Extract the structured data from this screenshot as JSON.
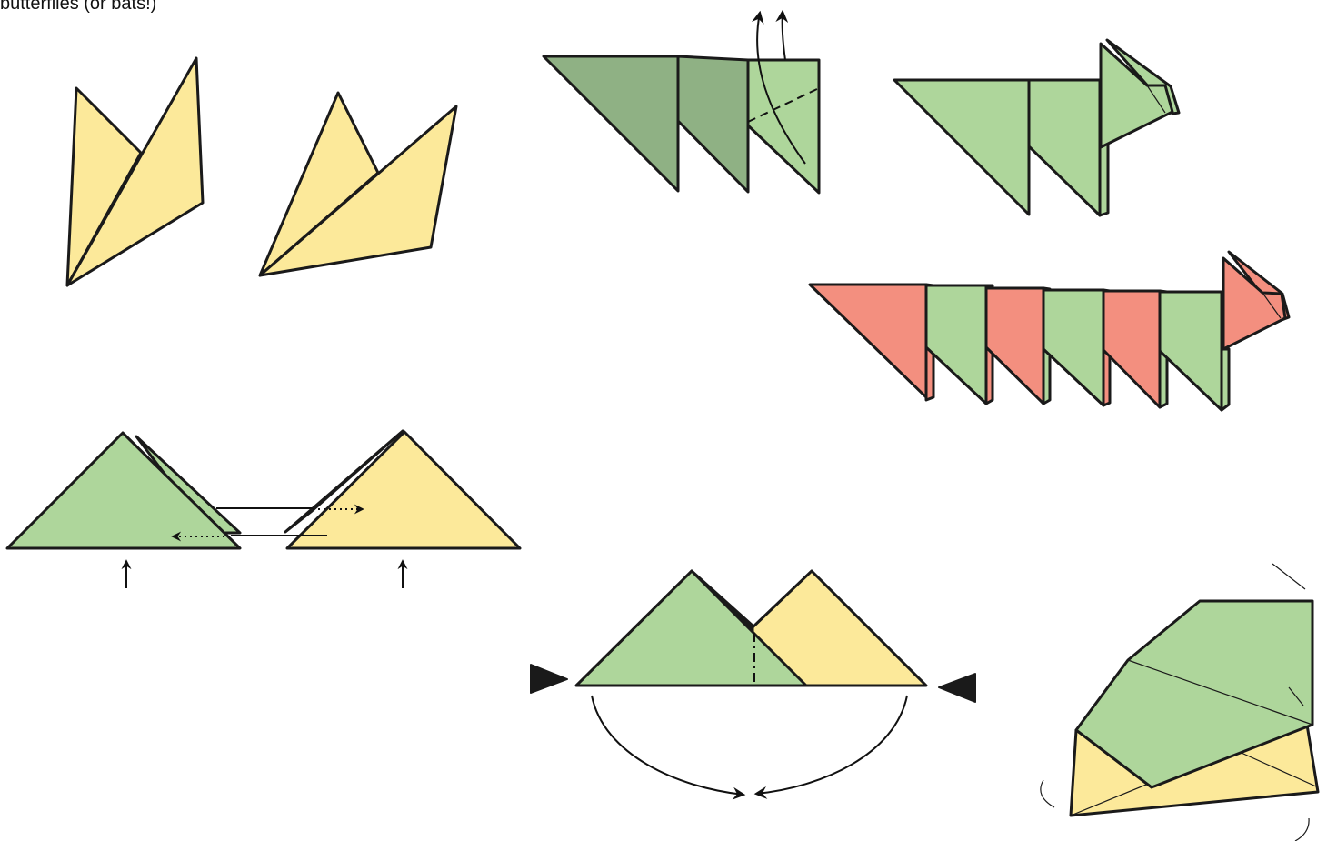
{
  "caption": "butterflies (or bats!)",
  "colors": {
    "yellow": "#fce99a",
    "light_green": "#aed69b",
    "dark_green": "#8fb184",
    "salmon": "#f38f7f",
    "outline": "#1a1a1a",
    "background": "#ffffff"
  },
  "figures": [
    "yellow-butterfly-left",
    "yellow-butterfly-right",
    "green-dog-folding-step",
    "green-dog-finished",
    "green-and-salmon-long-dog",
    "green-yellow-triangles-slide-together",
    "green-yellow-units-push-together",
    "green-yellow-folded-unit"
  ]
}
